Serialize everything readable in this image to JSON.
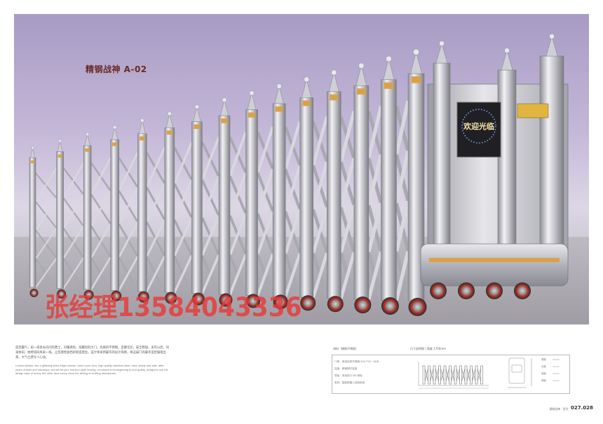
{
  "product": {
    "title": "精钢战神 A-02"
  },
  "sign": {
    "text": "欢迎光临"
  },
  "watermark": {
    "text": "张经理13584043336"
  },
  "description": {
    "cn": "造型霸气，如一排金光闪闪的勇士，闪耀透亮。炫耀您的大门。优质的不锈钢，坚硬无比，安全稳固。多年以后，风采依旧，始终如同风采一样。让您感觉高档的制造理念，设计师采用豪华的设计风格，将这扇门的豪华造型展现出来，大气之感令人心动。",
    "en": "Looked distant, like a glittering shine bright stream, adorn your door, high quality stainless steel, hard, stable and safe, after years of trials and hardships, but still let your emotion style moving, consistent from beginning to end quality, designers use the design style of luxury, the other door luxury show the feeling of exciting atmosphere."
  },
  "specs": {
    "header_left": "材料（精钢不锈钢）",
    "header_right": "尺寸说明图 | 高度 1700mm",
    "lines": [
      "门体：采用优质不锈钢 201/T15~16/8",
      "连接：精钢铆钉连接",
      "导轮：采用进口 DK 转轮",
      "电机：智能机器人控制系统"
    ],
    "dims": [
      "宽度",
      "长度",
      "高度",
      "间距"
    ]
  },
  "footer": {
    "label": "精钢战神 · 系列",
    "page": "027.028"
  },
  "colors": {
    "watermark": "#e83a3a",
    "title": "#6a2a26",
    "sky_top": "#a89bc4",
    "steel": "#c9c9cf",
    "gold": "#d9a24a"
  }
}
